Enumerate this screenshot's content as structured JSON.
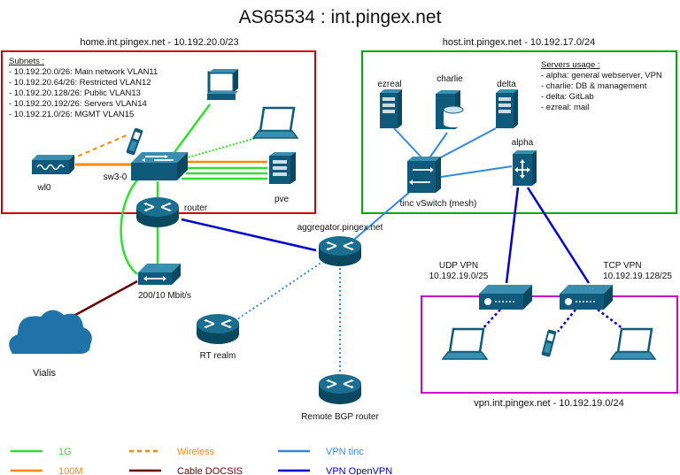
{
  "title": "AS65534 : int.pingex.net",
  "zones": {
    "home": {
      "label": "home.int.pingex.net - 10.192.20.0/23",
      "border_color": "#cc0000"
    },
    "host": {
      "label": "host.int.pingex.net - 10.192.17.0/24",
      "border_color": "#00aa00"
    },
    "vpn": {
      "label": "vpn.int.pingex.net - 10.192.19.0/24",
      "border_color": "#cc00cc"
    }
  },
  "subnets": {
    "heading": "Subnets :",
    "items": [
      "- 10.192.20.0/26: Main network VLAN11",
      "- 10.192.20.64/26: Restricted VLAN12",
      "- 10.192.20.128/26: Public VLAN13",
      "- 10.192.20.192/26: Servers VLAN14",
      "- 10.192.21.0/26: MGMT VLAN15"
    ]
  },
  "servers_usage": {
    "heading": "Servers usage :",
    "items": [
      "- alpha: general webserver, VPN",
      "- charlie: DB & management",
      "- delta: GitLab",
      "- ezreal: mail"
    ]
  },
  "nodes": {
    "wl0": "wl0",
    "sw3": "sw3-0",
    "pve": "pve",
    "router": "router",
    "modem": "200/10 Mbit/s",
    "vialis": "Vialis",
    "aggregator": "aggregator.pingex.net",
    "rt_realm": "RT realm",
    "remote_bgp": "Remote BGP router",
    "ezreal": "ezreal",
    "charlie": "charlie",
    "delta": "delta",
    "alpha": "alpha",
    "tinc": "tinc vSwitch (mesh)",
    "udp_vpn": "UDP VPN",
    "udp_subnet": "10.192.19.0/25",
    "tcp_vpn": "TCP VPN",
    "tcp_subnet": "10.192.19.128/25"
  },
  "legend": [
    {
      "label": "1G",
      "color": "#33dd33",
      "style": "solid"
    },
    {
      "label": "Wireless",
      "color": "#ff8800",
      "style": "dashed"
    },
    {
      "label": "VPN tinc",
      "color": "#3388dd",
      "style": "solid"
    },
    {
      "label": "100M",
      "color": "#ff8800",
      "style": "solid"
    },
    {
      "label": "Cable DOCSIS",
      "color": "#660000",
      "style": "solid"
    },
    {
      "label": "VPN OpenVPN",
      "color": "#0000cc",
      "style": "solid"
    }
  ],
  "colors": {
    "device": "#0f5a7a",
    "device_light": "#3a8fb0",
    "cloud": "#1f73a8",
    "gig": "#33dd33",
    "wireless": "#ff8800",
    "tinc": "#3388dd",
    "openvpn": "#0000cc",
    "docsis": "#660000"
  },
  "icons": [
    "router-icon",
    "switch-icon",
    "server-icon",
    "laptop-icon",
    "desktop-icon",
    "phone-icon",
    "cloud-icon",
    "firewall-icon",
    "vpn-box-icon",
    "modem-icon",
    "access-point-icon"
  ]
}
